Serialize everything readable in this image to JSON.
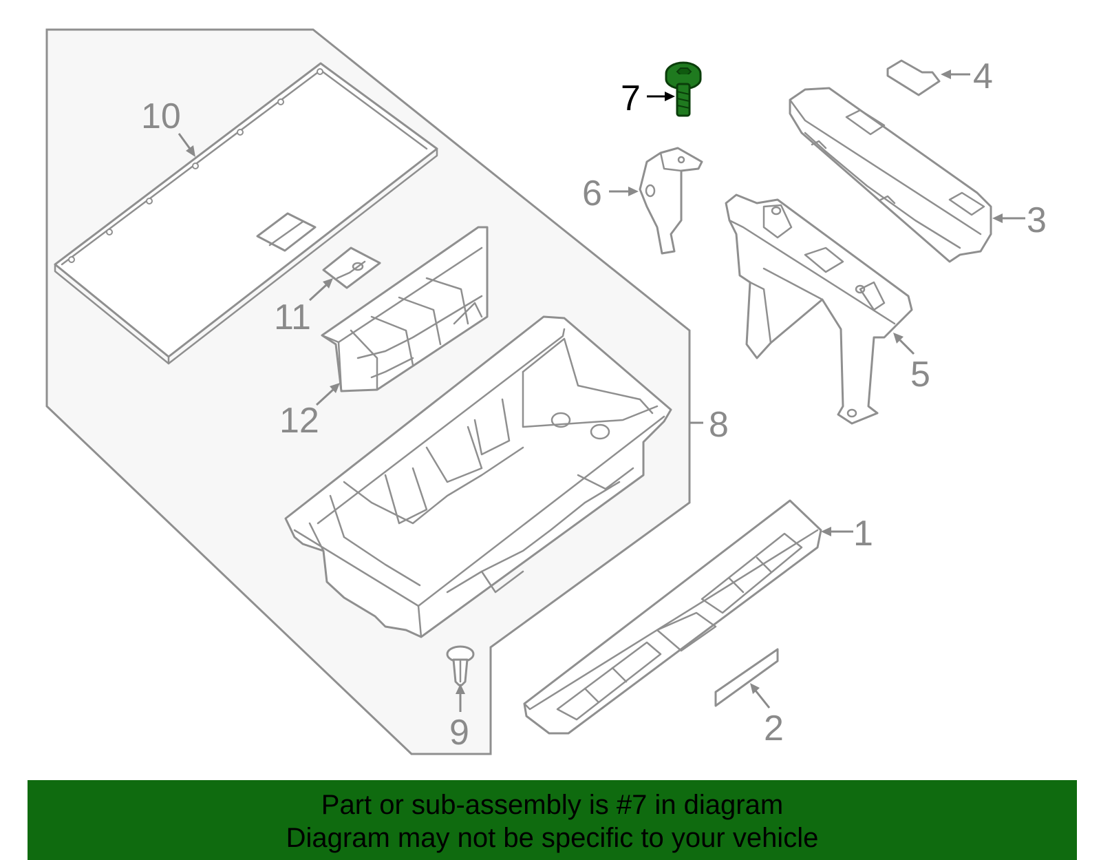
{
  "colors": {
    "highlight": "#1f7a1f",
    "banner": "#0f6b0f",
    "outline": "#8f8f8f",
    "group_fill": "#f7f7f7",
    "highlight_label": "#000000"
  },
  "callouts": {
    "c1": "1",
    "c2": "2",
    "c3": "3",
    "c4": "4",
    "c5": "5",
    "c6": "6",
    "c7": "7",
    "c8": "8",
    "c9": "9",
    "c10": "10",
    "c11": "11",
    "c12": "12"
  },
  "highlighted_part": "7",
  "banner": {
    "line1": "Part or sub-assembly is #7 in diagram",
    "line2": "Diagram may not be specific to your vehicle"
  }
}
